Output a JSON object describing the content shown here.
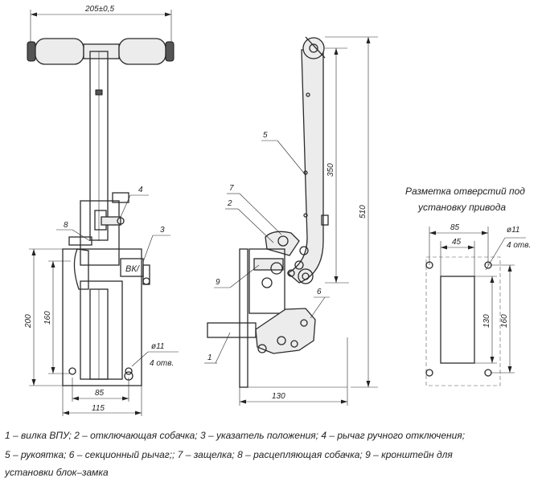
{
  "dimensions": {
    "top_width": "205±0,5",
    "base_width_inner": "85",
    "base_width_outer": "115",
    "height_200": "200",
    "height_160": "160",
    "hole_dia": "ø11",
    "holes_count": "4 отв.",
    "side_height_350": "350",
    "side_height_510": "510",
    "side_width_130": "130",
    "layout_width_85": "85",
    "layout_width_45": "45",
    "layout_height_130": "130",
    "layout_height_160": "160"
  },
  "layout_title": {
    "line1": "Разметка отверстий под",
    "line2": "установку привода"
  },
  "callouts": [
    "1",
    "2",
    "3",
    "4",
    "5",
    "6",
    "7",
    "8",
    "9"
  ],
  "caption": {
    "line1": "1 – вилка ВПУ; 2 – отключающая собачка; 3 – указатель положения; 4 – рычаг ручного отключения;",
    "line2": "5 – рукоятка; 6 – секционный рычаг;; 7 – защелка; 8 – расцепляющая собачка; 9 – кронштейн для",
    "line3": "установки блок–замка"
  }
}
